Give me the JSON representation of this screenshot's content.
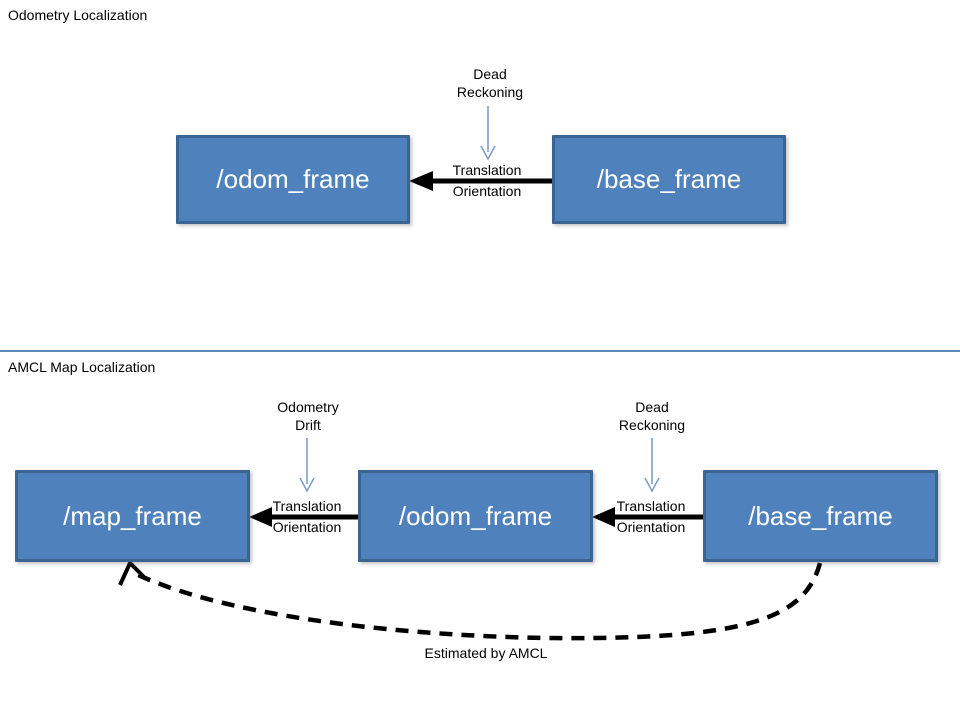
{
  "odometry_section": {
    "title": "Odometry Localization",
    "boxes": [
      {
        "label": "/odom_frame"
      },
      {
        "label": "/base_frame"
      }
    ],
    "edge": {
      "label_top": "Translation",
      "label_bottom": "Orientation",
      "annotation": "Dead\nReckoning"
    }
  },
  "amcl_section": {
    "title": "AMCL Map Localization",
    "boxes": [
      {
        "label": "/map_frame"
      },
      {
        "label": "/odom_frame"
      },
      {
        "label": "/base_frame"
      }
    ],
    "edges": [
      {
        "label_top": "Translation",
        "label_bottom": "Orientation",
        "annotation": "Odometry\nDrift"
      },
      {
        "label_top": "Translation",
        "label_bottom": "Orientation",
        "annotation": "Dead\nReckoning"
      }
    ],
    "dashed_edge": {
      "label": "Estimated by AMCL"
    }
  },
  "colors": {
    "box_fill": "#4f81bd",
    "box_border": "#3a6491",
    "thin_arrow": "#7f9fc6",
    "divider": "#5b87bb",
    "arrow": "#000000"
  }
}
